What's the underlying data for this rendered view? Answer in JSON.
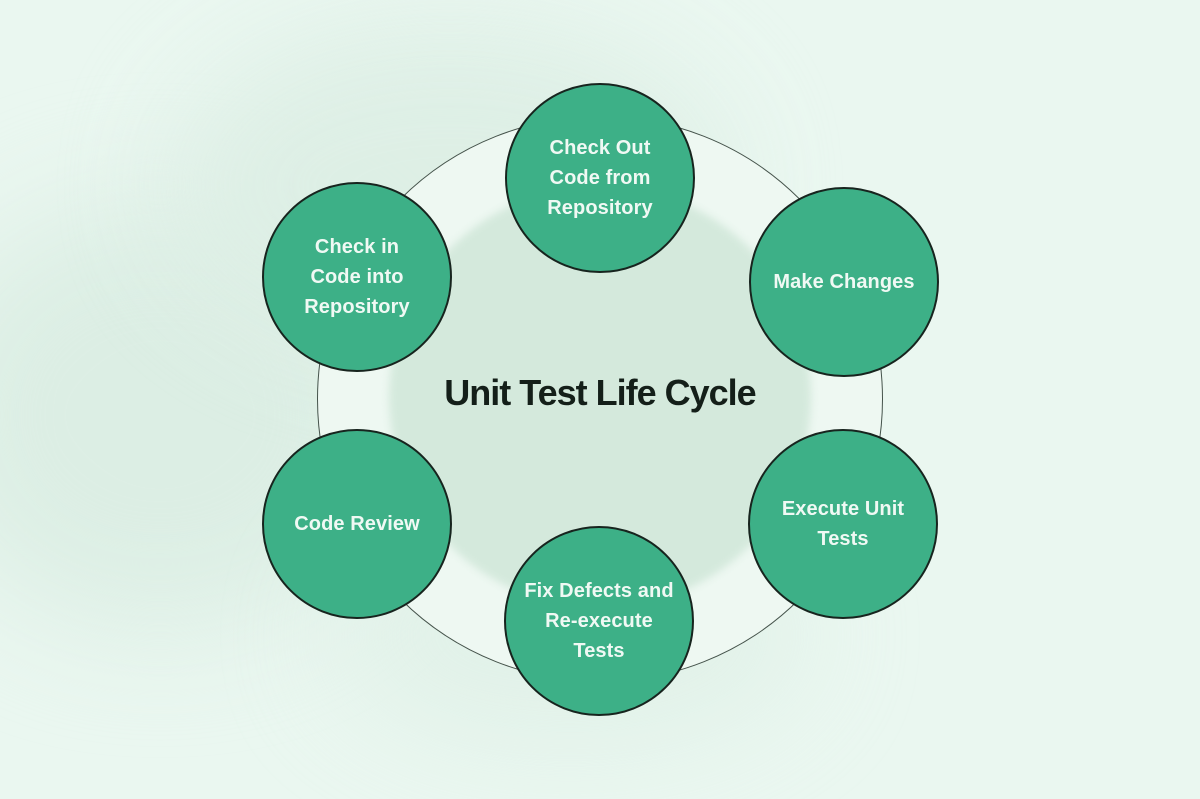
{
  "diagram": {
    "title": "Unit Test Life Cycle",
    "nodes": [
      {
        "id": "check-out-code",
        "position": "top",
        "label": "Check Out\nCode from\nRepository"
      },
      {
        "id": "make-changes",
        "position": "top-right",
        "label": "Make Changes"
      },
      {
        "id": "execute-unit-tests",
        "position": "bottom-right",
        "label": "Execute Unit\nTests"
      },
      {
        "id": "fix-defects",
        "position": "bottom",
        "label": "Fix Defects and\nRe-execute\nTests"
      },
      {
        "id": "code-review",
        "position": "bottom-left",
        "label": "Code Review"
      },
      {
        "id": "check-in-code",
        "position": "top-left",
        "label": "Check in\nCode into\nRepository"
      }
    ],
    "colors": {
      "background": "#eaf7f0",
      "background_blob": "#dceee4",
      "ring_fill": "#eef8f2",
      "ring_stroke": "#45534b",
      "inner_circle": "#d4e9dc",
      "node_fill": "#3db087",
      "node_stroke": "#17241e",
      "node_text": "#f0f9f4",
      "title_text": "#141f19"
    }
  }
}
